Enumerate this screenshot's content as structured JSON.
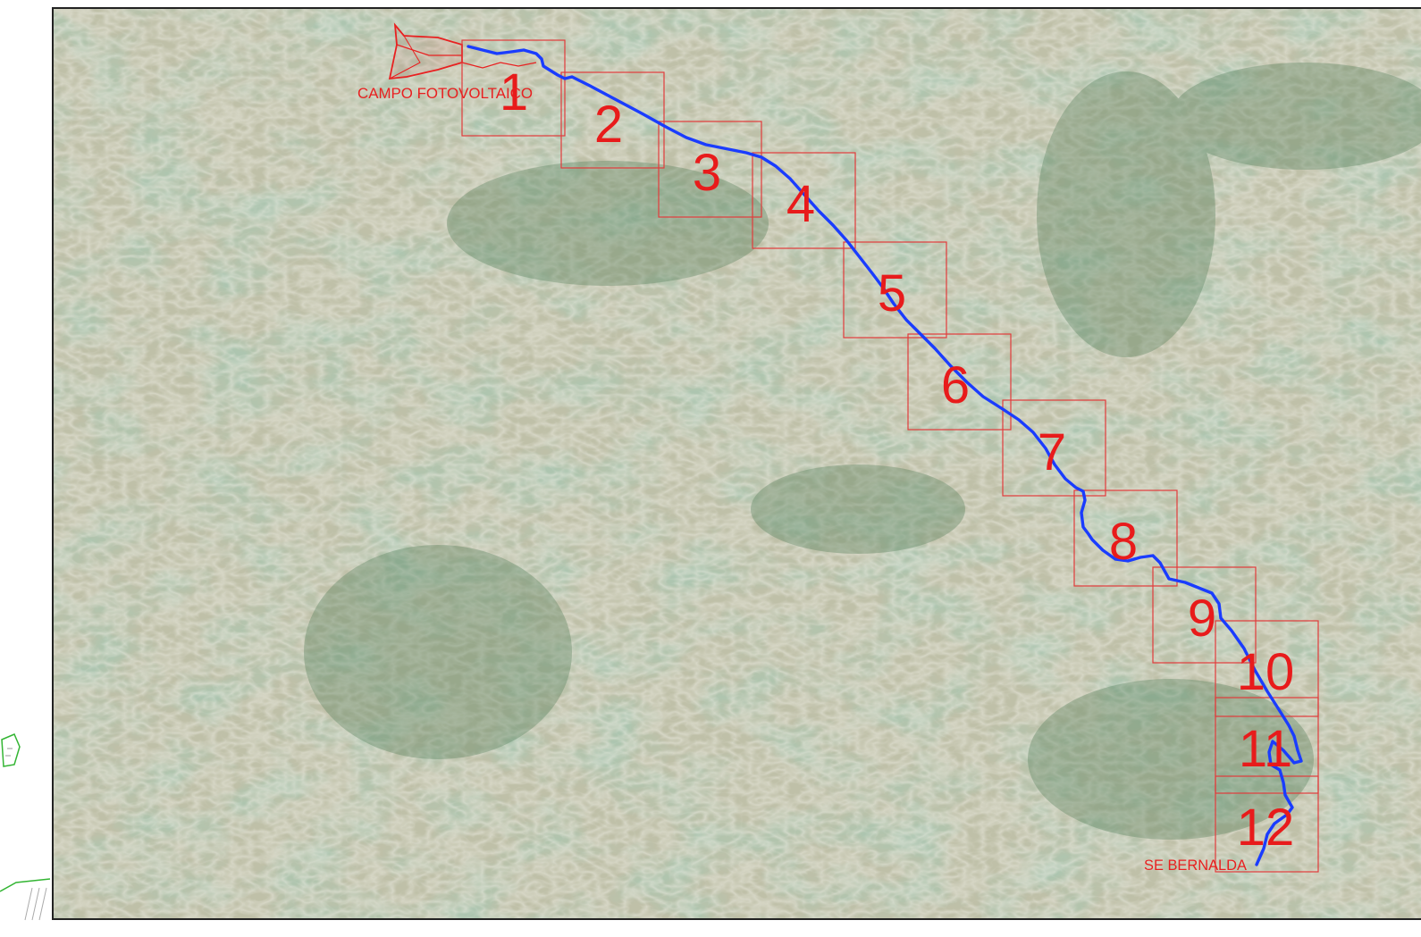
{
  "map": {
    "labels": {
      "pv_field": "CAMPO FOTOVOLTAICO",
      "substation": "SE BERNALDA"
    },
    "sheets": [
      {
        "id": "1",
        "label": "1"
      },
      {
        "id": "2",
        "label": "2"
      },
      {
        "id": "3",
        "label": "3"
      },
      {
        "id": "4",
        "label": "4"
      },
      {
        "id": "5",
        "label": "5"
      },
      {
        "id": "6",
        "label": "6"
      },
      {
        "id": "7",
        "label": "7"
      },
      {
        "id": "8",
        "label": "8"
      },
      {
        "id": "9",
        "label": "9"
      },
      {
        "id": "10",
        "label": "10"
      },
      {
        "id": "11",
        "label": "11"
      },
      {
        "id": "12",
        "label": "12"
      }
    ],
    "colors": {
      "route": "#1a3cff",
      "sheet_frame": "#e23b3b",
      "label": "#e81b1b",
      "pv_outline": "#e82020",
      "terrain_base": "#c9c8b4",
      "vegetation": "#6f8f6e",
      "margin_marks": "#33b533"
    }
  }
}
